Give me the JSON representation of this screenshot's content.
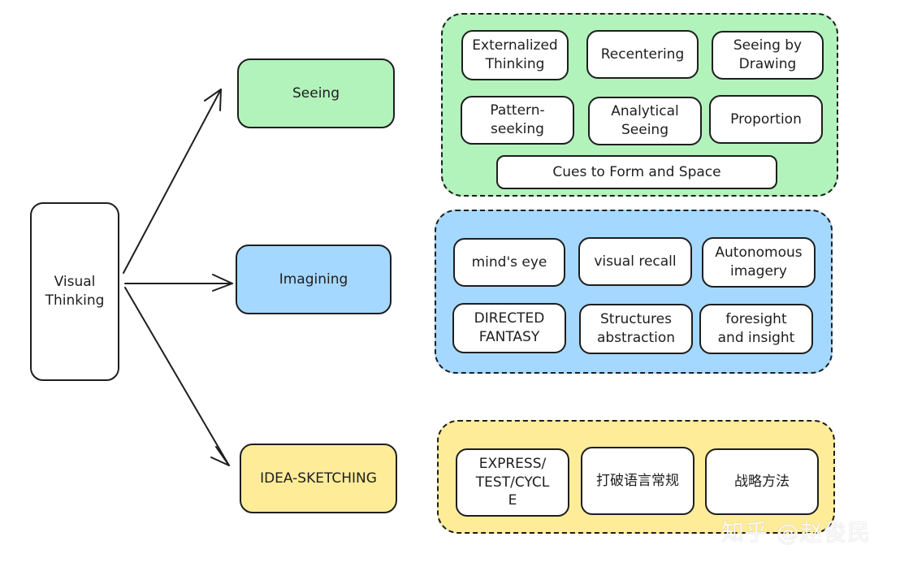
{
  "root": {
    "label": "Visual\nThinking"
  },
  "colors": {
    "seeing": "#b2f2bb",
    "imagining": "#a5d8ff",
    "idea_sketching": "#ffec99",
    "stroke": "#1e1e1e",
    "card": "#ffffff"
  },
  "branches": [
    {
      "label": "Seeing",
      "items": [
        "Externalized\nThinking",
        "Recentering",
        "Seeing by\nDrawing",
        "Pattern-\nseeking",
        "Analytical\nSeeing",
        "Proportion",
        "Cues to Form and Space"
      ]
    },
    {
      "label": "Imagining",
      "items": [
        "mind's eye",
        "visual recall",
        "Autonomous\nimagery",
        "DIRECTED\nFANTASY",
        "Structures\nabstraction",
        "foresight\nand insight"
      ]
    },
    {
      "label": "IDEA-SKETCHING",
      "items": [
        "EXPRESS/\nTEST/CYCL\nE",
        "打破语言常规",
        "战略方法"
      ]
    }
  ],
  "watermark": "知乎 @赵俊民"
}
